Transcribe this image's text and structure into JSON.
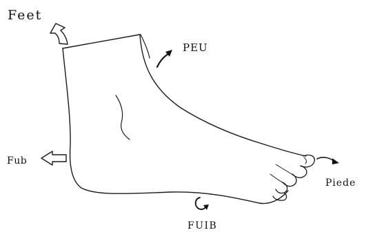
{
  "labels": {
    "top_left": "Feet",
    "upper_right": "PEU",
    "left": "Fub",
    "right": "Piede",
    "bottom": "FUIB"
  },
  "colors": {
    "ink": "#1a1a1a",
    "background": "#ffffff"
  }
}
